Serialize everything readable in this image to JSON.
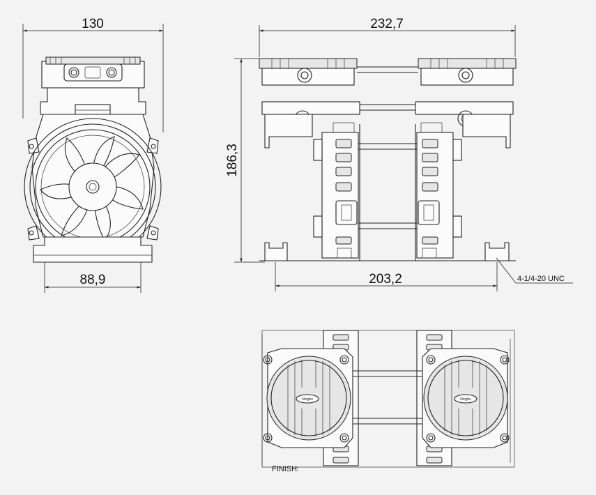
{
  "dimensions": {
    "front_width": "130",
    "front_base_width": "88,9",
    "side_overall_length": "232,7",
    "side_height": "186,3",
    "side_base_length": "203,2"
  },
  "callouts": {
    "thread": "4-1/4-20 UNC",
    "finish": "FINISH:"
  },
  "logo_text": "Ningbo"
}
